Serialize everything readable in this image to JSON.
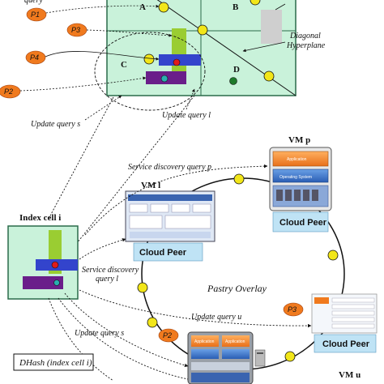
{
  "grid": {
    "cells": [
      "A",
      "B",
      "C",
      "D"
    ],
    "diagonal_label_1": "Diagonal",
    "diagonal_label_2": "Hyperplane"
  },
  "queries": [
    "P1",
    "P3",
    "P4",
    "P2",
    "P2",
    "P3"
  ],
  "labels": {
    "update_query_s_top": "Update query s",
    "update_query_l_top": "Update query l",
    "service_discovery_p": "Service discovery query p",
    "index_cell": "Index cell i",
    "service_discovery_l_1": "Service discovery",
    "service_discovery_l_2": "query l",
    "pastry_overlay": "Pastry Overlay",
    "update_query_u": "Update query u",
    "update_query_s_bottom": "Update query s",
    "dhash": "DHash (index cell i)",
    "top_cut": "query"
  },
  "vms": {
    "p": {
      "title": "VM p",
      "app": "Application",
      "os": "Operating System",
      "peer": "Cloud Peer"
    },
    "l": {
      "title": "VM l",
      "peer": "Cloud Peer"
    },
    "u": {
      "title": "VM u",
      "peer": "Cloud Peer"
    },
    "bottom": {
      "app1": "Application",
      "app2": "Application"
    }
  },
  "colors": {
    "grid_fill": "#c9f2da",
    "grid_line": "#2a6b4a",
    "green_bar": "#9acd32",
    "blue_block": "#3344cc",
    "purple_block": "#6a1e8a",
    "orange_node": "#f07a1e",
    "yellow_node": "#f2e619",
    "red_point": "#e01b1b",
    "peer_box": "#bfe3f5",
    "gray_block": "#cfcfcf"
  }
}
